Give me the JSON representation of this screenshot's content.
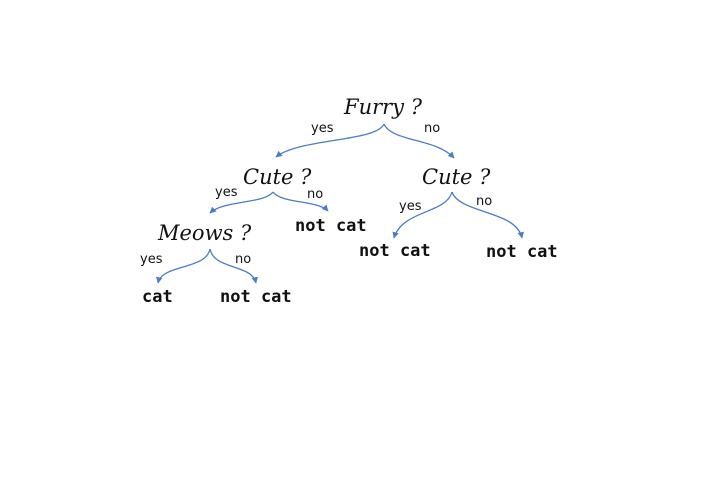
{
  "nodes": {
    "root": {
      "question": "Furry ?"
    },
    "left": {
      "question": "Cute ?"
    },
    "right": {
      "question": "Cute ?"
    },
    "left_left": {
      "question": "Meows ?"
    }
  },
  "leaves": {
    "left_no": "not cat",
    "right_yes": "not cat",
    "right_no": "not cat",
    "meows_yes": "cat",
    "meows_no": "not cat"
  },
  "branch_labels": {
    "yes": "yes",
    "no": "no"
  },
  "colors": {
    "edge": "#4a7cc7",
    "text": "#111111"
  }
}
